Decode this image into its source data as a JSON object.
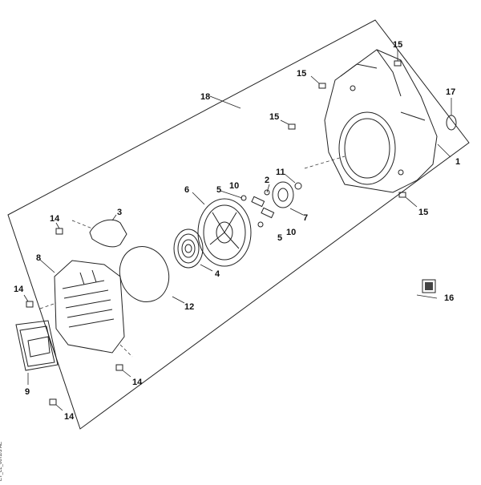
{
  "doc_id": "ET_LL_0072/3",
  "doc_id_line2": "AE",
  "callouts": [
    "1",
    "2",
    "3",
    "4",
    "5",
    "5",
    "6",
    "7",
    "8",
    "9",
    "10",
    "10",
    "11",
    "12",
    "14",
    "14",
    "14",
    "14",
    "15",
    "15",
    "15",
    "15",
    "16",
    "17",
    "18"
  ],
  "colors": {
    "line": "#222222",
    "background": "#ffffff"
  }
}
